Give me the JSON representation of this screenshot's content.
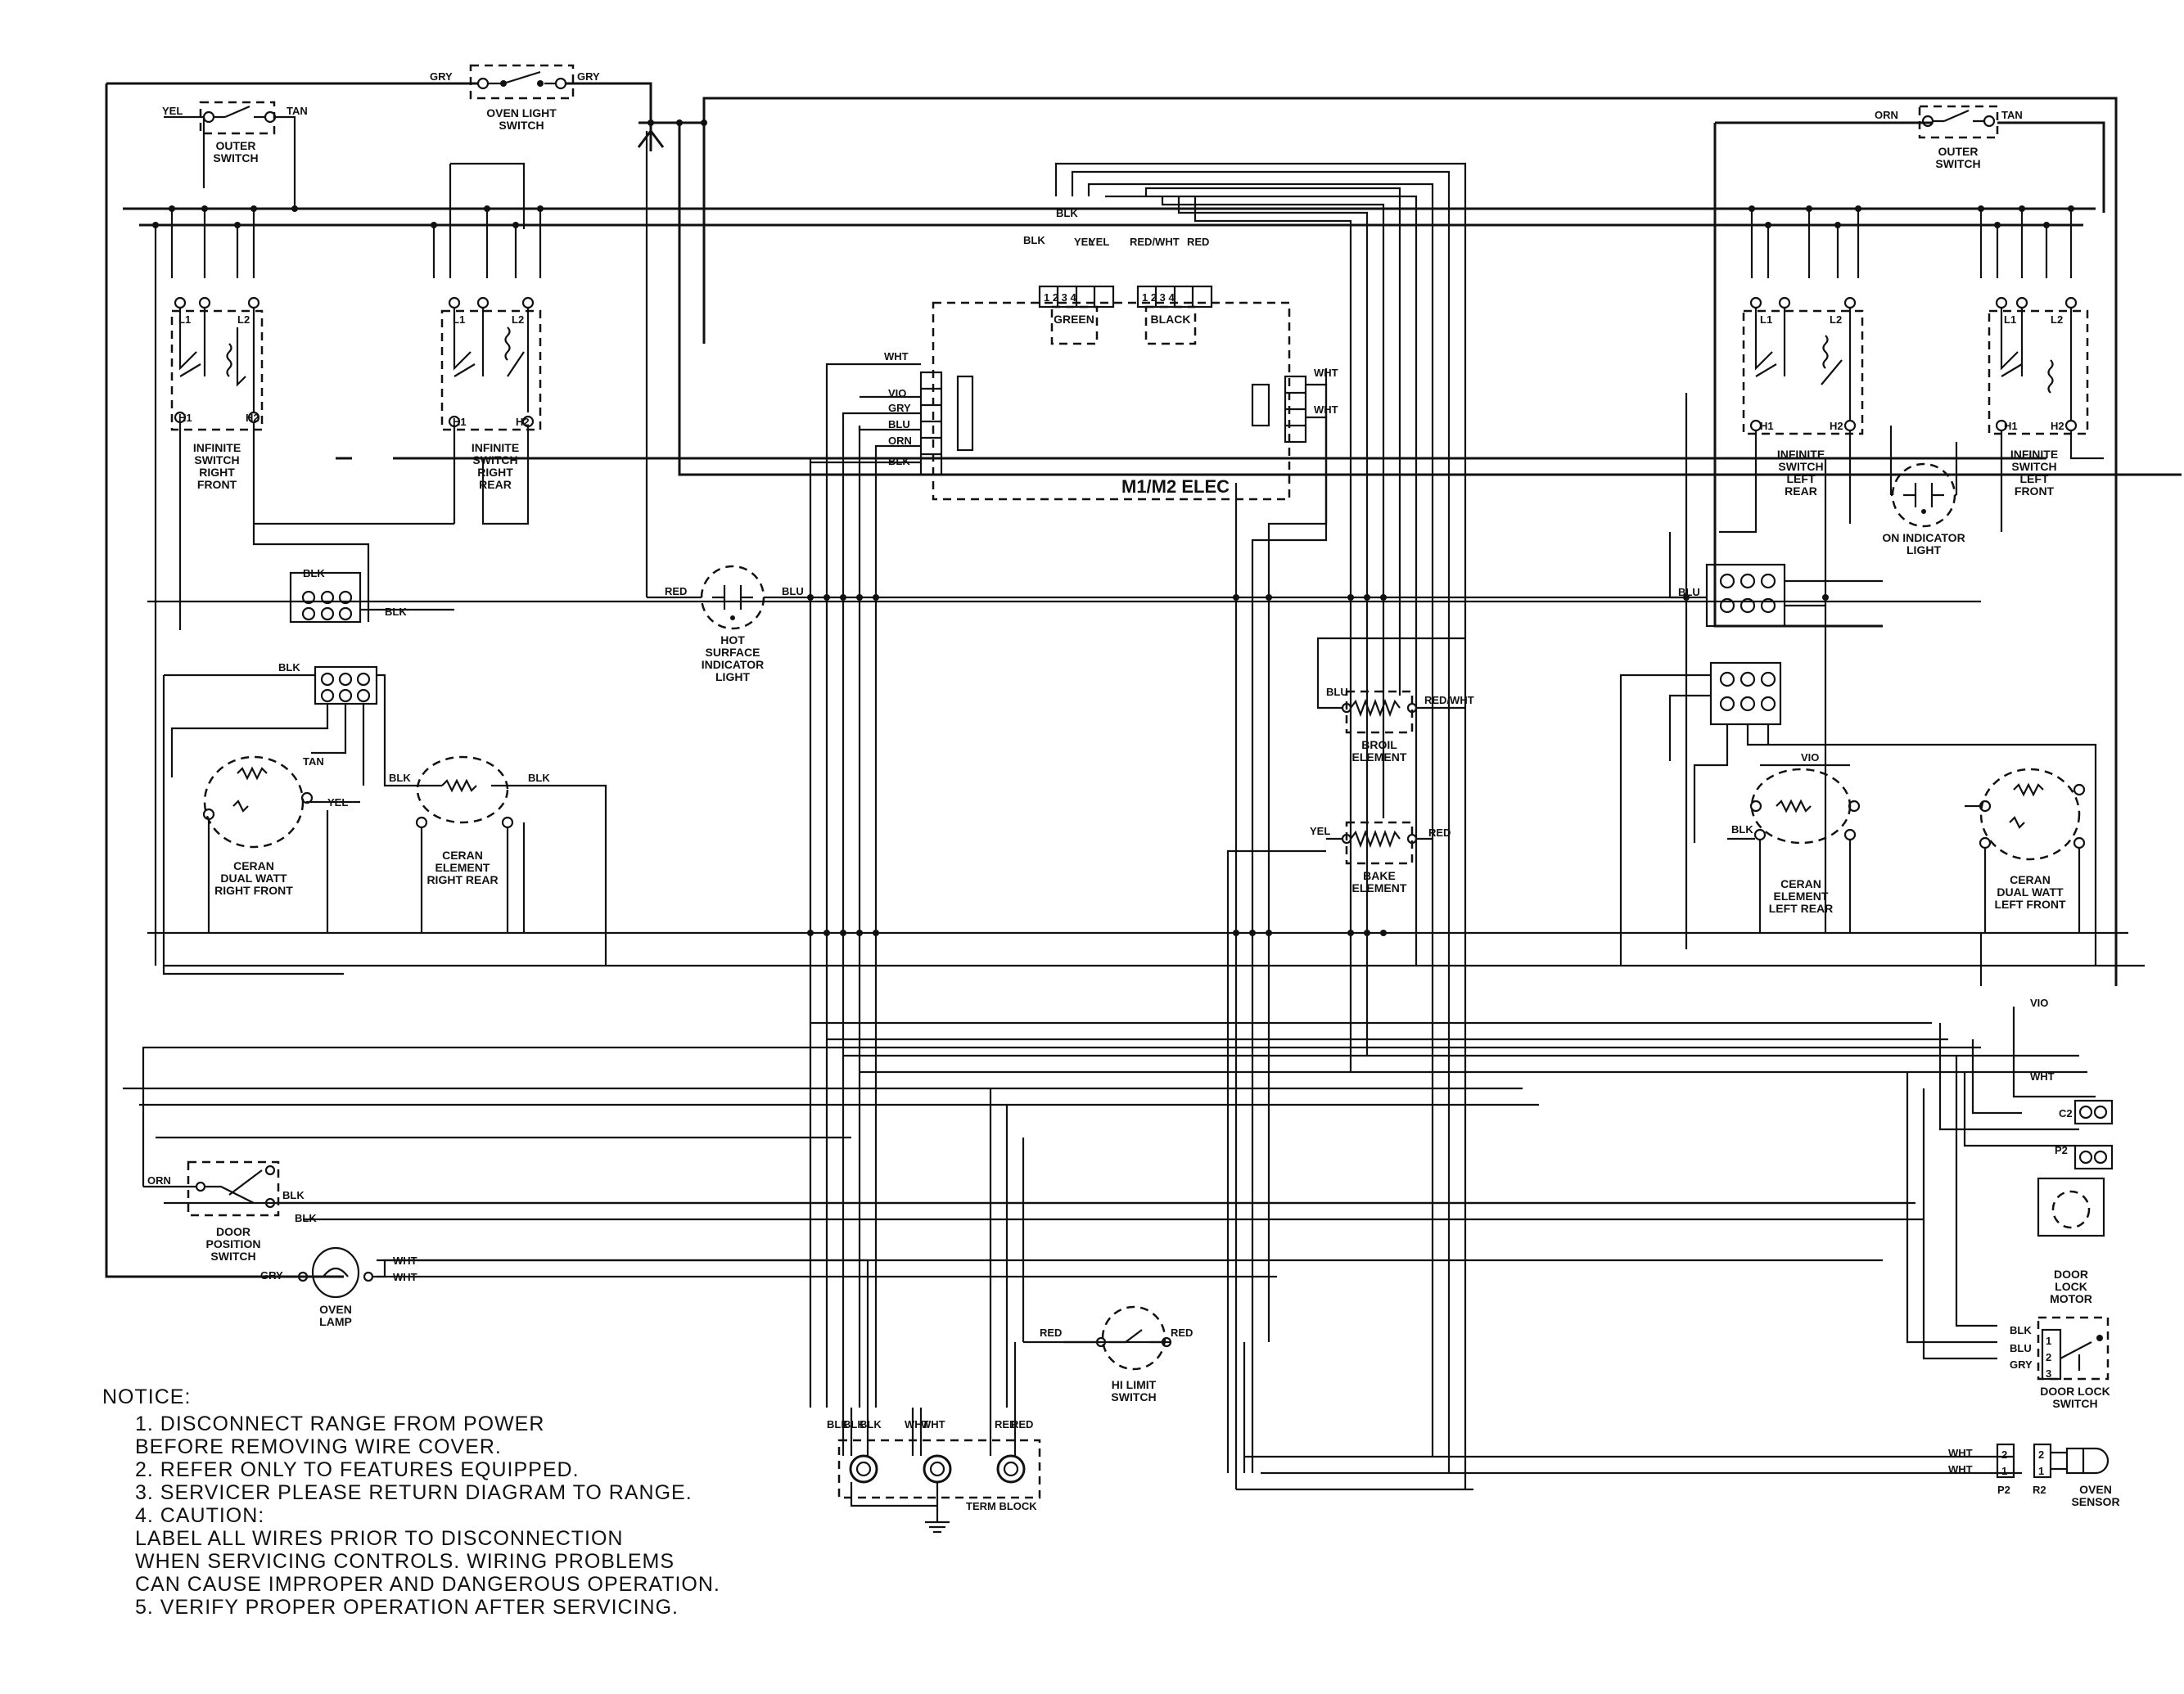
{
  "labels": {
    "oven_light_switch": "OVEN LIGHT\nSWITCH",
    "outer_switch_left": "OUTER\nSWITCH",
    "outer_switch_right": "OUTER\nSWITCH",
    "inf_right_front": "INFINITE\nSWITCH\nRIGHT\nFRONT",
    "inf_right_rear": "INFINITE\nSWITCH\nRIGHT\nREAR",
    "inf_left_rear": "INFINITE\nSWITCH\nLEFT\nREAR",
    "inf_left_front": "INFINITE\nSWITCH\nLEFT\nFRONT",
    "m1m2": "M1/M2 ELEC",
    "hot_surface": "HOT\nSURFACE\nINDICATOR\nLIGHT",
    "on_indicator": "ON INDICATOR\nLIGHT",
    "broil": "BROIL\nELEMENT",
    "bake": "BAKE\nELEMENT",
    "ceran_dual_rf": "CERAN\nDUAL WATT\nRIGHT FRONT",
    "ceran_elem_rr": "CERAN\nELEMENT\nRIGHT REAR",
    "ceran_elem_lr": "CERAN\nELEMENT\nLEFT REAR",
    "ceran_dual_lf": "CERAN\nDUAL WATT\nLEFT FRONT",
    "door_position": "DOOR\nPOSITION\nSWITCH",
    "oven_lamp": "OVEN\nLAMP",
    "hi_limit": "HI LIMIT\nSWITCH",
    "term_block": "TERM BLOCK",
    "door_lock_motor": "DOOR\nLOCK\nMOTOR",
    "door_lock_switch": "DOOR LOCK\nSWITCH",
    "oven_sensor": "OVEN\nSENSOR",
    "p2": "P2",
    "r2": "R2",
    "green": "GREEN",
    "black": "BLACK"
  },
  "wire_colors": [
    "GRY",
    "BLK",
    "YEL",
    "TAN",
    "ORN",
    "BLU",
    "RED",
    "WHT",
    "VIO",
    "RED/WHT"
  ],
  "notice": {
    "title": "NOTICE:",
    "items": [
      "1.  DISCONNECT RANGE FROM POWER",
      "     BEFORE REMOVING WIRE COVER.",
      "2.  REFER ONLY TO FEATURES EQUIPPED.",
      "3.  SERVICER PLEASE RETURN DIAGRAM TO RANGE.",
      "4.  CAUTION:",
      "     LABEL ALL WIRES PRIOR TO DISCONNECTION",
      "     WHEN SERVICING CONTROLS. WIRING PROBLEMS",
      "     CAN CAUSE IMPROPER AND DANGEROUS OPERATION.",
      "5.  VERIFY PROPER OPERATION AFTER SERVICING."
    ]
  }
}
